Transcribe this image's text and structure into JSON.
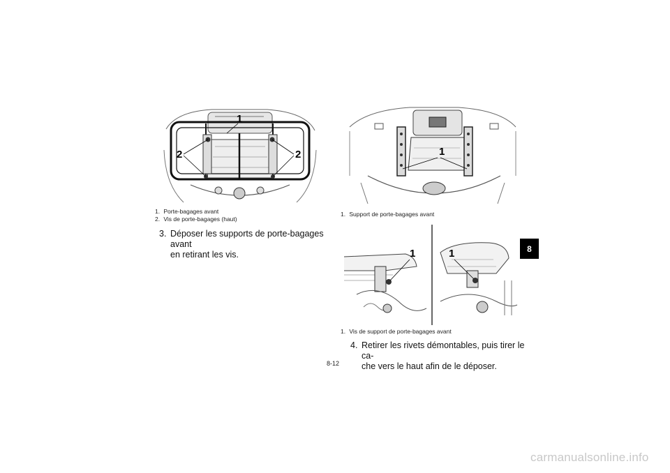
{
  "figure1": {
    "callouts": {
      "rack": "1",
      "screw_left": "2",
      "screw_right": "2"
    },
    "caption": [
      {
        "num": "1.",
        "text": "Porte-bagages avant"
      },
      {
        "num": "2.",
        "text": "Vis de porte-bagages (haut)"
      }
    ]
  },
  "step3": {
    "number": "3.",
    "text": "Déposer les supports de porte-bagages avant\nen retirant les vis."
  },
  "figure2": {
    "callouts": {
      "bracket": "1"
    },
    "caption": [
      {
        "num": "1.",
        "text": "Support de porte-bagages avant"
      }
    ]
  },
  "figure3": {
    "callouts": {
      "left_screw": "1",
      "right_screw": "1"
    },
    "caption": [
      {
        "num": "1.",
        "text": "Vis de support de porte-bagages avant"
      }
    ]
  },
  "step4": {
    "number": "4.",
    "text": "Retirer les rivets démontables, puis tirer le ca-\nche vers le haut afin de le déposer."
  },
  "page_number": "8-12",
  "chapter_tab": "8",
  "watermark": "carmanualsonline.info"
}
